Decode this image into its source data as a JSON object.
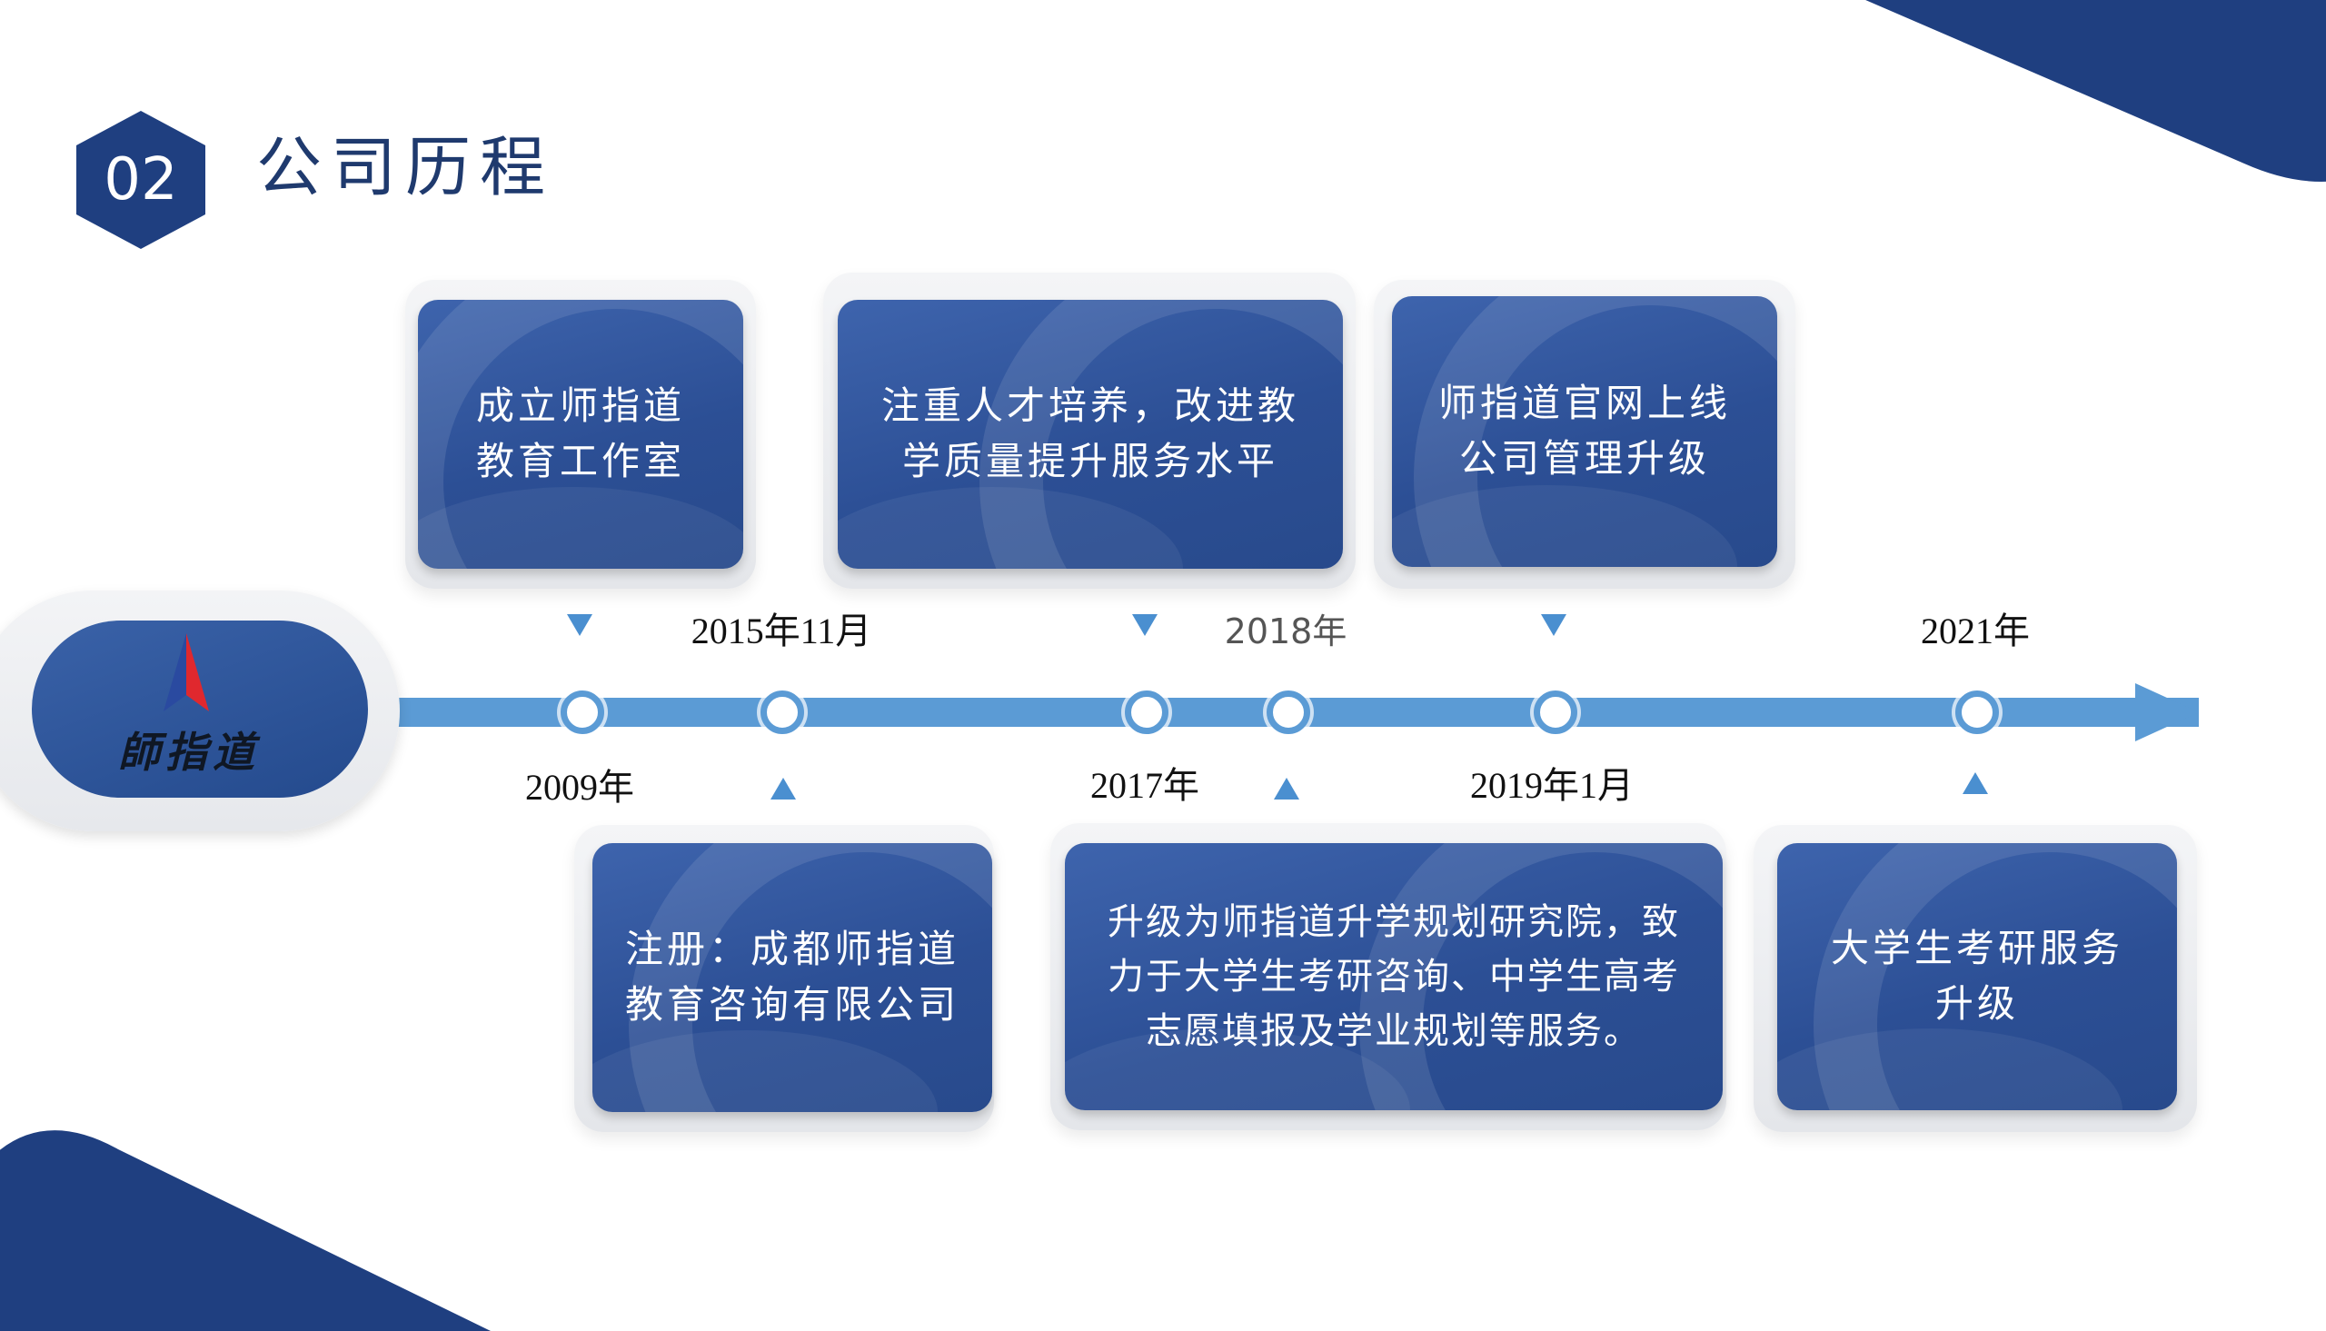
{
  "header": {
    "section_number": "02",
    "title": "公司历程"
  },
  "logo": {
    "text": "師指道"
  },
  "colors": {
    "primary": "#284a8c",
    "accent": "#5b9bd5",
    "title": "#1f3a6e"
  },
  "timeline": {
    "dates": {
      "d2009": "2009年",
      "d2015": "2015年11月",
      "d2017": "2017年",
      "d2018": "2018年",
      "d2019": "2019年1月",
      "d2021": "2021年"
    },
    "events": {
      "e2009": [
        "成立师指道",
        "教育工作室"
      ],
      "e2015": [
        "注册：成都师指道",
        "教育咨询有限公司"
      ],
      "e2017": [
        "注重人才培养，改进教",
        "学质量提升服务水平"
      ],
      "e2018": [
        "升级为师指道升学规划研究院，致",
        "力于大学生考研咨询、中学生高考",
        "志愿填报及学业规划等服务。"
      ],
      "e2019": [
        "师指道官网上线",
        "公司管理升级"
      ],
      "e2021": [
        "大学生考研服务",
        "升级"
      ]
    }
  }
}
